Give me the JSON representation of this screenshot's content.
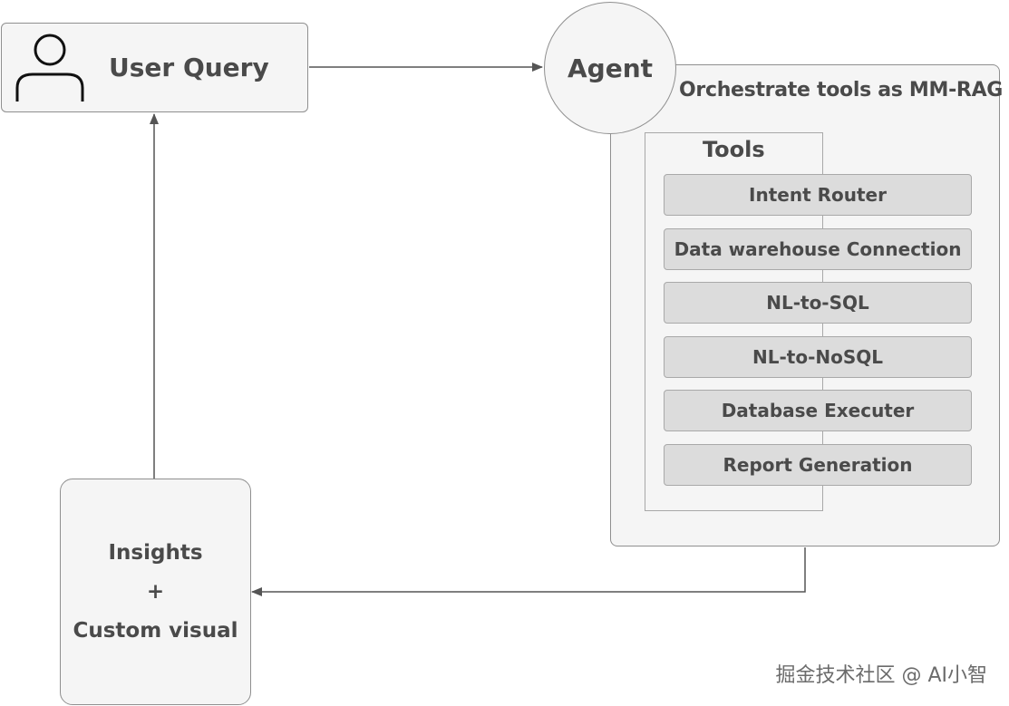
{
  "user_query": {
    "label": "User Query",
    "icon": "user-icon"
  },
  "agent": {
    "label": "Agent"
  },
  "orchestrate": {
    "label": "Orchestrate tools as MM-RAG"
  },
  "tools": {
    "label": "Tools",
    "items": [
      "Intent Router",
      "Data warehouse Connection",
      "NL-to-SQL",
      "NL-to-NoSQL",
      "Database Executer",
      "Report Generation"
    ]
  },
  "insights": {
    "line1": "Insights",
    "line2": "+",
    "line3": "Custom visual"
  },
  "watermark": "掘金技术社区 @ AI小智",
  "colors": {
    "box_fill": "#f5f5f5",
    "box_border": "#8f8f8f",
    "tool_fill": "#dcdcdc",
    "text": "#4a4a4a",
    "line": "#555555"
  }
}
